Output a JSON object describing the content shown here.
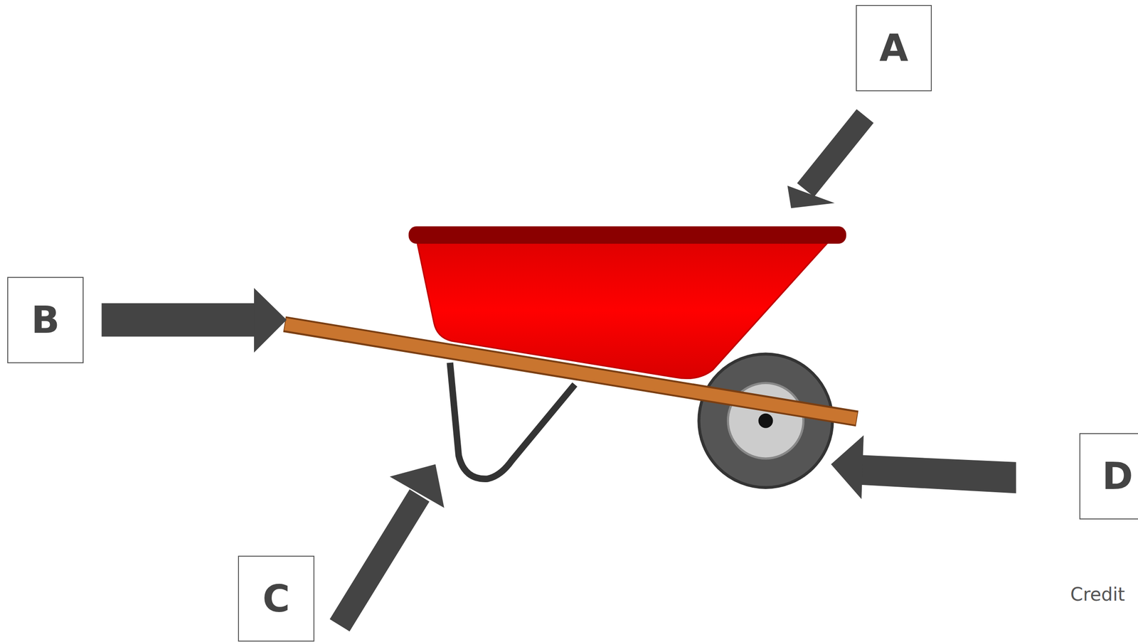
{
  "diagram": {
    "nodes": [
      {
        "text": [
          "A"
        ]
      },
      {
        "text": [
          "B"
        ]
      },
      {
        "text": [
          "D"
        ]
      },
      {
        "text": [
          "C"
        ]
      }
    ],
    "labels": [
      "Credit"
    ]
  }
}
